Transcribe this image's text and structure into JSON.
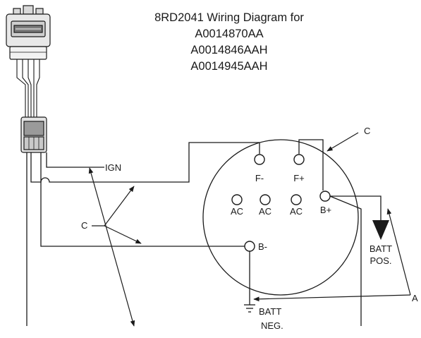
{
  "title": {
    "line1": "8RD2041 Wiring Diagram for",
    "line2": "A0014870AA",
    "line3": "A0014846AAH",
    "line4": "A0014945AAH"
  },
  "labels": {
    "ign": "IGN",
    "f_minus": "F-",
    "f_plus": "F+",
    "ac1": "AC",
    "ac2": "AC",
    "ac3": "AC",
    "b_plus": "B+",
    "b_minus": "B-",
    "c_top": "C",
    "c_left": "C",
    "a_right": "A",
    "batt_pos_1": "BATT",
    "batt_pos_2": "POS.",
    "batt_neg_1": "BATT",
    "batt_neg_2": "NEG."
  },
  "colors": {
    "line": "#1a1a1a",
    "connector_fill": "#e6e6e6",
    "connector_dark": "#7a7a7a"
  },
  "icons": {
    "connector": "wiring-harness-connector",
    "ground": "ground-symbol",
    "battery_arrow": "arrow-down-filled"
  }
}
